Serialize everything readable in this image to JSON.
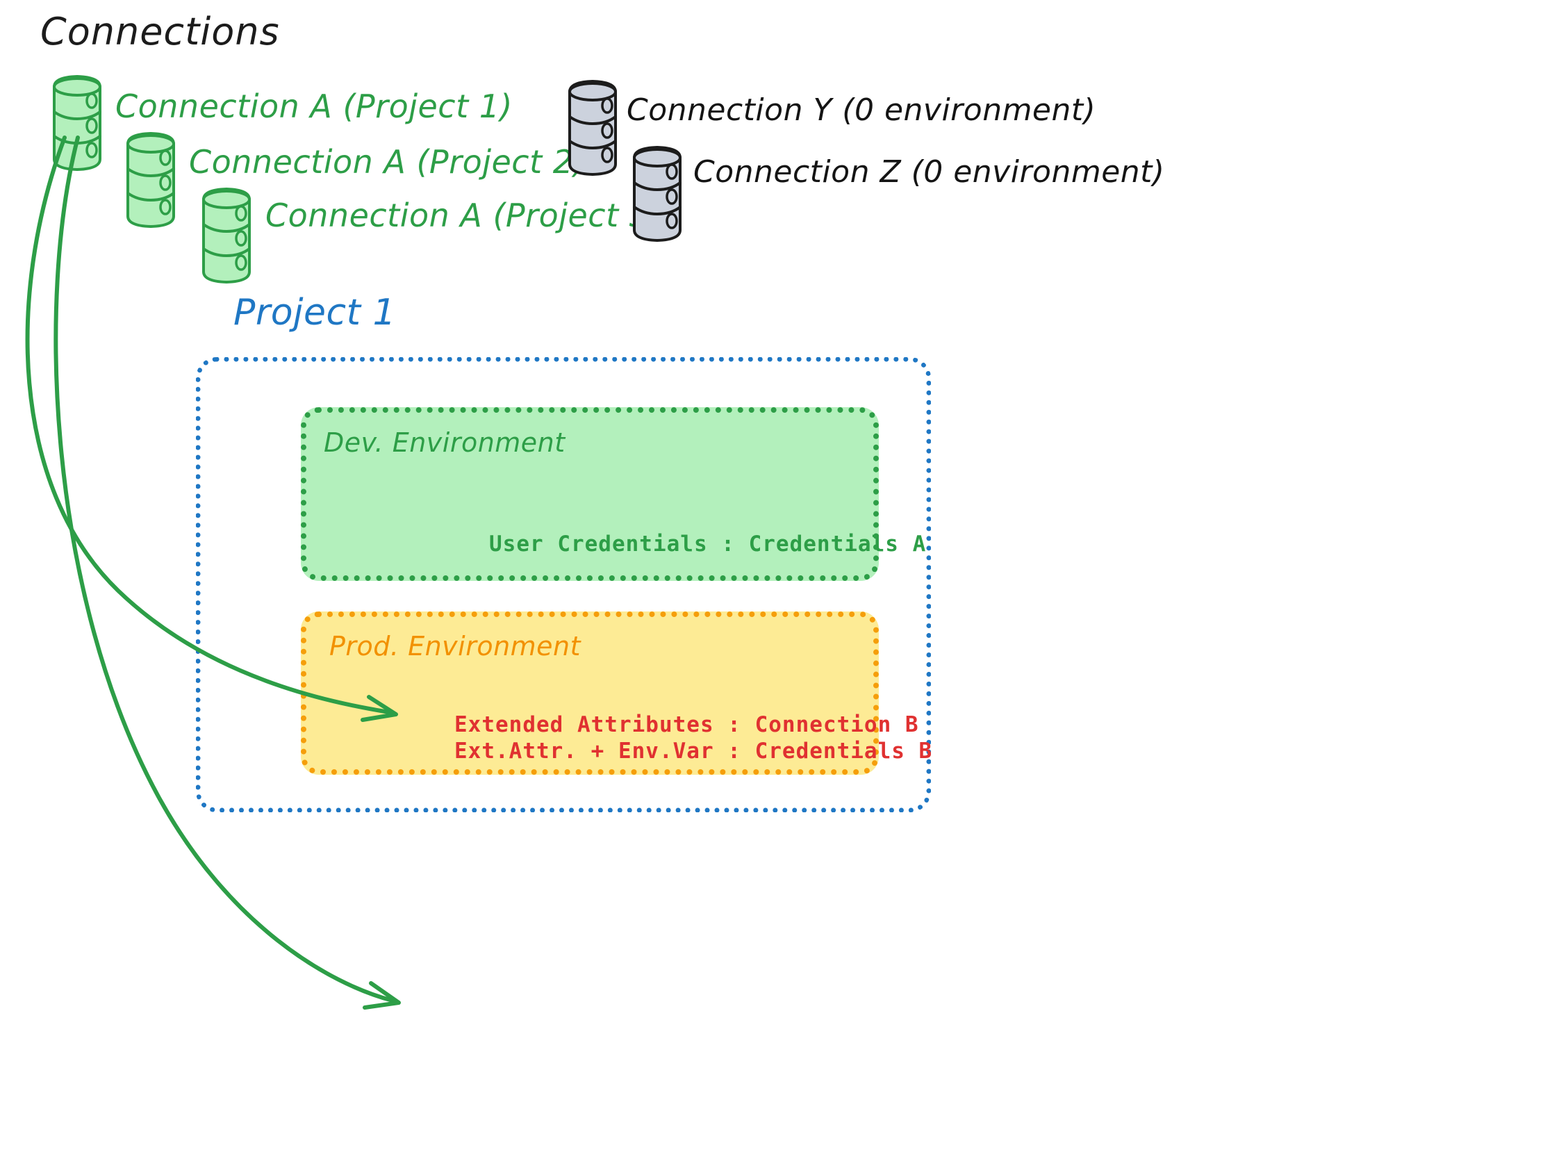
{
  "page": {
    "title": "Connections",
    "background": "#ffffff"
  },
  "colors": {
    "green_stroke": "#2d9e47",
    "green_fill": "#b3f0bc",
    "grey_fill": "#ccd2dd",
    "grey_stroke": "#1c1c1c",
    "blue": "#1f77c4",
    "orange": "#f59e0b",
    "orange_text": "#f29100",
    "red": "#e03131",
    "black": "#141414"
  },
  "connections": {
    "heading": "Connections",
    "green_items": [
      {
        "label": "Connection A (Project 1)",
        "icon": "database-cylinder-icon",
        "color": "#2d9e47"
      },
      {
        "label": "Connection A (Project 2)",
        "icon": "database-cylinder-icon",
        "color": "#2d9e47"
      },
      {
        "label": "Connection A (Project 3)",
        "icon": "database-cylinder-icon",
        "color": "#2d9e47"
      }
    ],
    "grey_items": [
      {
        "label": "Connection Y (0 environment)",
        "icon": "database-cylinder-icon",
        "color": "#141414"
      },
      {
        "label": "Connection Z (0 environment)",
        "icon": "database-cylinder-icon",
        "color": "#141414"
      }
    ]
  },
  "project": {
    "title": "Project 1",
    "environments": [
      {
        "name": "Dev. Environment",
        "color": "#2d9e47",
        "fill": "#b3f0bc",
        "lines": [
          "User Credentials : Credentials A"
        ]
      },
      {
        "name": "Prod. Environment",
        "color": "#f29100",
        "fill": "#fdeb95",
        "lines": [
          "Extended Attributes : Connection B",
          "Ext.Attr. + Env.Var : Credentials B"
        ]
      }
    ]
  },
  "arrows": [
    {
      "from": "Connection A (Project 1)",
      "to": "Dev. Environment",
      "color": "#2d9e47"
    },
    {
      "from": "Connection A (Project 1)",
      "to": "Prod. Environment",
      "color": "#2d9e47"
    }
  ]
}
